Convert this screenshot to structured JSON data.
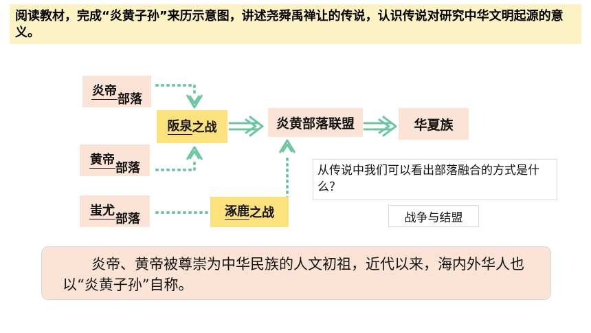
{
  "banner": {
    "text": "阅读教材，完成“炎黄子孙”来历示意图，讲述尧舜禹禅让的传说，认识传说对研究中华文明起源的意义。"
  },
  "diagram": {
    "tribes": [
      {
        "name": "炎帝",
        "suffix": "部落"
      },
      {
        "name": "黄帝",
        "suffix": "部落"
      },
      {
        "name": "蚩尤",
        "suffix": "部落"
      }
    ],
    "battles": [
      {
        "name": "阪泉",
        "suffix": "之战"
      },
      {
        "name": "涿鹿",
        "suffix": "之战"
      }
    ],
    "alliance": "炎黄部落联盟",
    "nation": "华夏族",
    "question": "从传说中我们可以看出部落融合的方式是什么？",
    "answer": "战争与结盟"
  },
  "summary": {
    "text": "炎帝、黄帝被尊崇为中华民族的人文初祖，近代以来，海内外华人也以“炎黄子孙”自称。"
  },
  "colors": {
    "arrow": "#6cc7a0",
    "banner_bg": "#fdf2c4",
    "pink_box": "#fbe3d5",
    "yellow_box": "#fbe27d"
  }
}
